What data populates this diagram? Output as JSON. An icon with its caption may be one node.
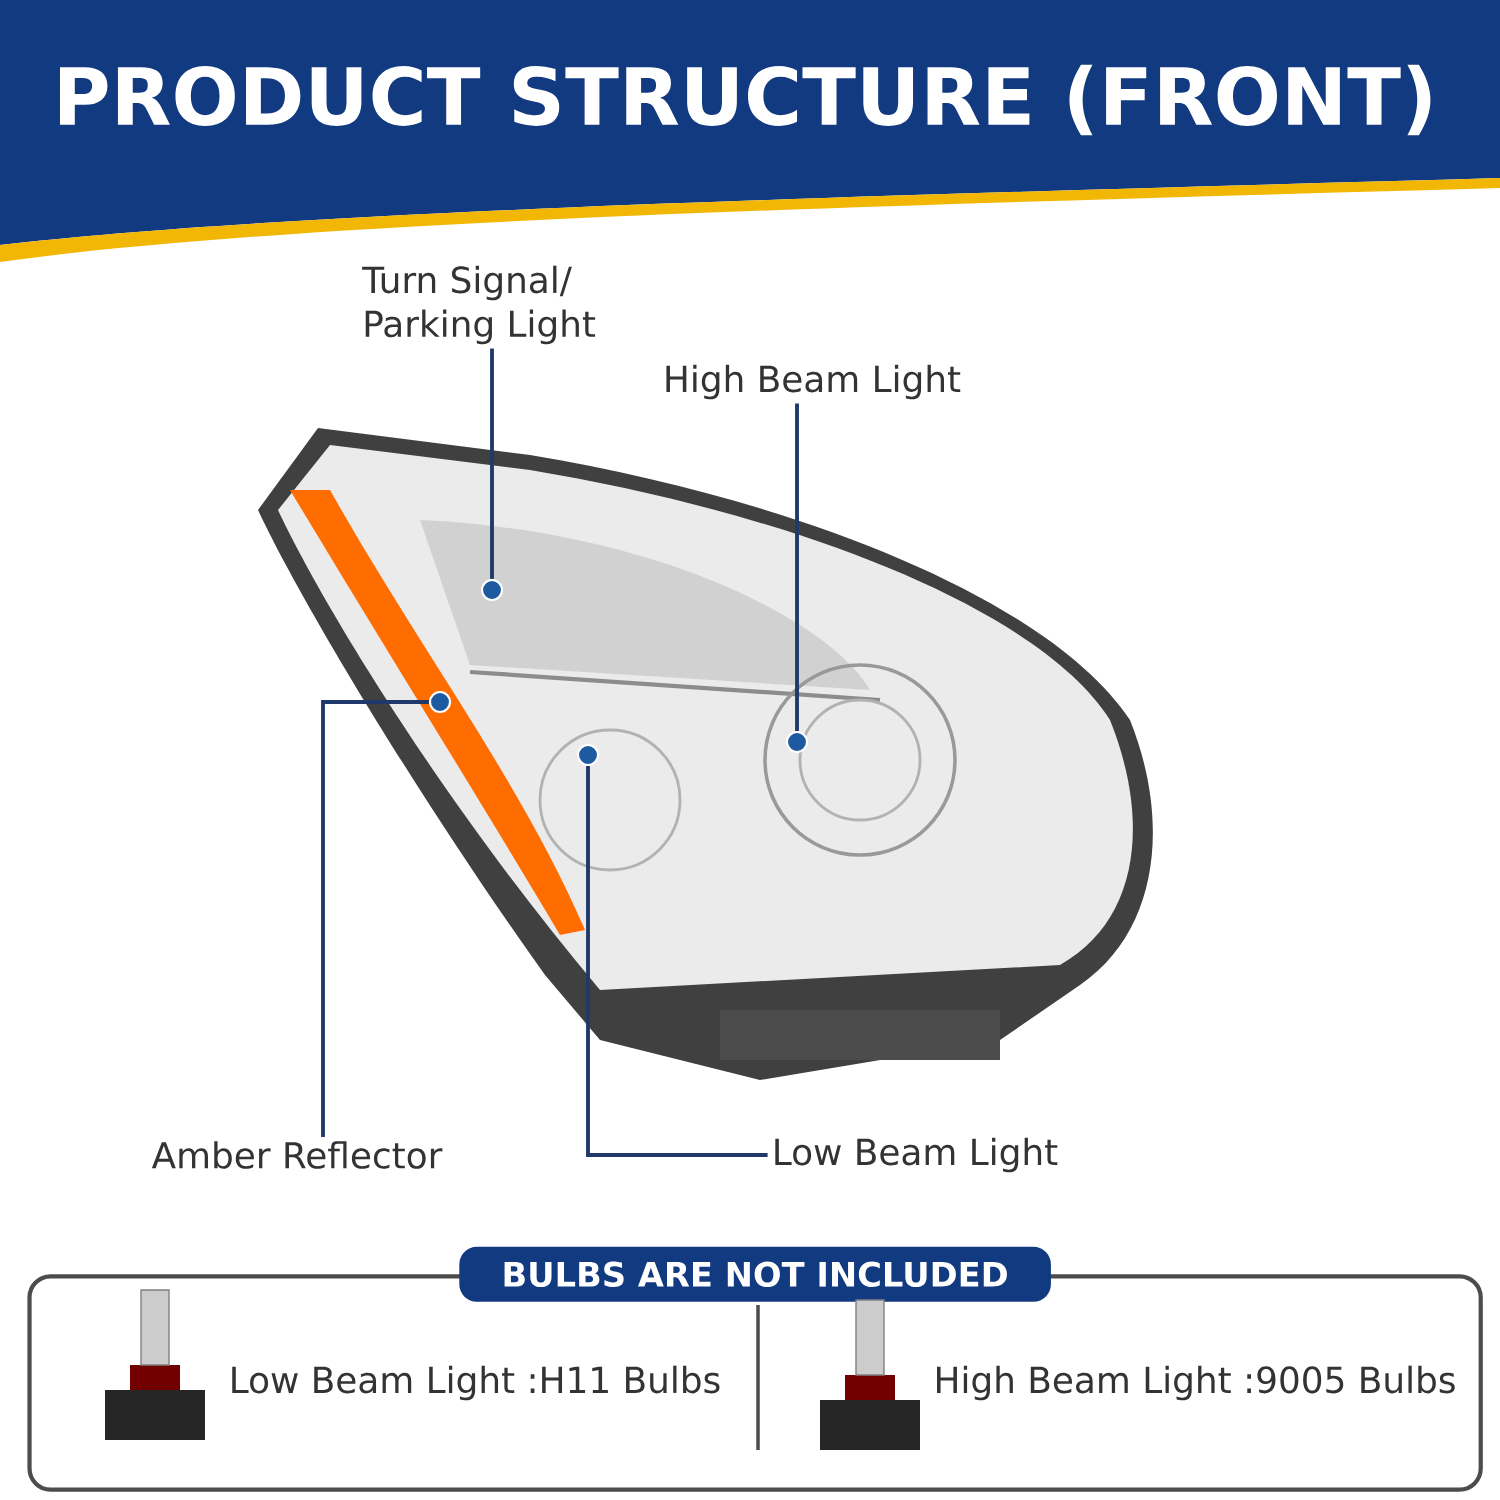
{
  "diagram": {
    "title": "PRODUCT STRUCTURE (FRONT)",
    "nodes": [
      {
        "text": [
          "Turn Signal/ Parking Light"
        ]
      },
      {
        "text": [
          "High Beam Light"
        ]
      },
      {
        "text": [
          "Amber Reflector"
        ]
      },
      {
        "text": [
          "Low Beam Light"
        ]
      },
      {
        "text": [],
        "shape": "circle"
      },
      {
        "text": [],
        "shape": "circle"
      },
      {
        "text": [],
        "shape": "circle"
      },
      {
        "text": [],
        "shape": "circle"
      },
      {
        "text": [
          "BULBS ARE NOT INCLUDED"
        ]
      },
      {
        "text": [
          "Low Beam Light :H11 Bulbs"
        ],
        "in": 8
      },
      {
        "text": [
          "High Beam Light :9005 Bulbs"
        ],
        "in": 8
      }
    ],
    "edges": [
      {
        "from": 0,
        "to": 5,
        "arrow": "none"
      },
      {
        "from": 1,
        "to": 7,
        "arrow": "none"
      },
      {
        "from": 2,
        "to": 4,
        "arrow": "none"
      },
      {
        "from": 3,
        "to": 6,
        "arrow": "none"
      }
    ]
  }
}
